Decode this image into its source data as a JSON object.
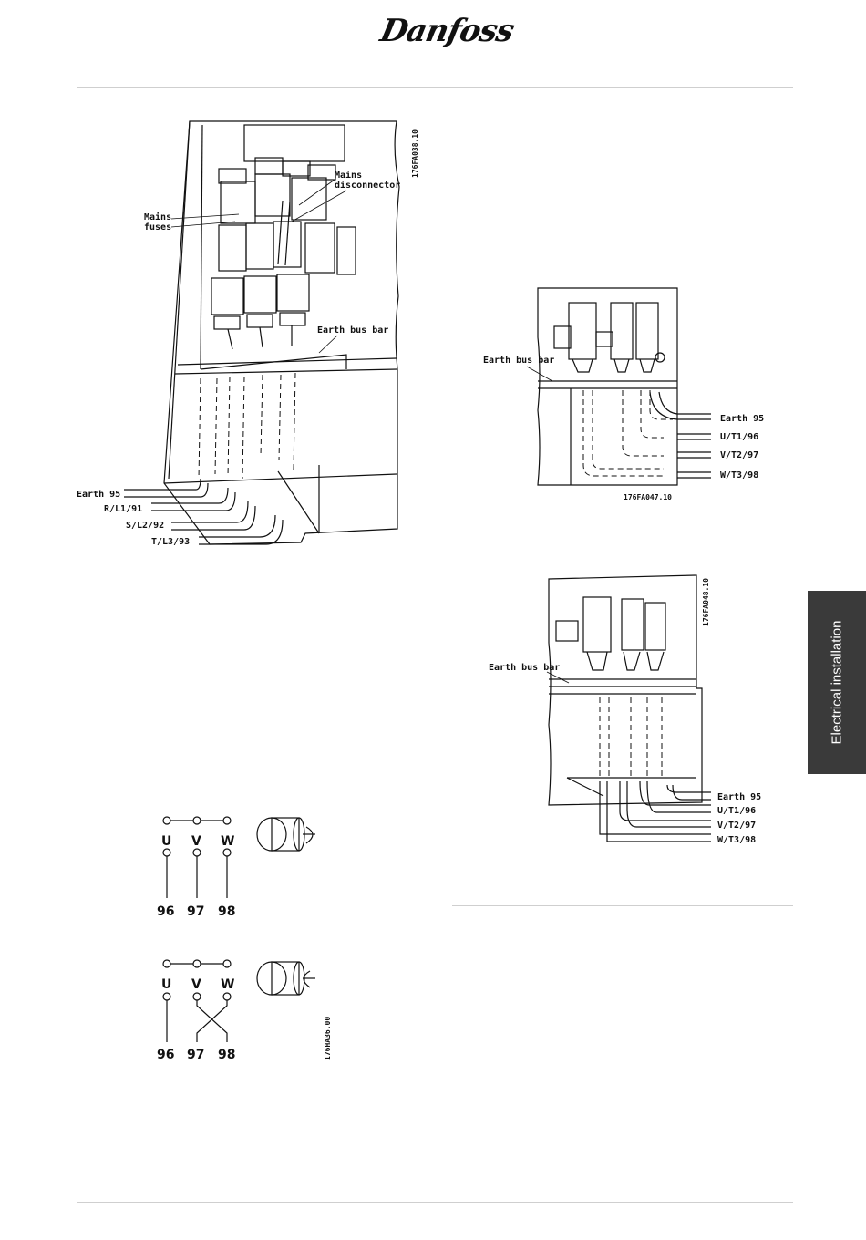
{
  "header": {
    "logo_text": "Danfoss"
  },
  "side_tab": {
    "label": "Electrical installation"
  },
  "figure_mains": {
    "code": "176FA038.10",
    "labels": {
      "mains_disconnector_1": "Mains",
      "mains_disconnector_2": "disconnector",
      "mains_fuses_1": "Mains",
      "mains_fuses_2": "fuses",
      "earth_bus_bar": "Earth bus bar"
    },
    "terminals": [
      "Earth 95",
      "R/L1/91",
      "S/L2/92",
      "T/L3/93"
    ]
  },
  "figure_motor_a": {
    "code": "176FA047.10",
    "earth_bus_bar": "Earth bus bar",
    "terminals": [
      "Earth 95",
      "U/T1/96",
      "V/T2/97",
      "W/T3/98"
    ]
  },
  "figure_motor_b": {
    "code": "176FA048.10",
    "earth_bus_bar": "Earth bus bar",
    "terminals": [
      "Earth 95",
      "U/T1/96",
      "V/T2/97",
      "W/T3/98"
    ]
  },
  "figure_rotation": {
    "code": "176HA36.00",
    "letters": [
      "U",
      "V",
      "W"
    ],
    "numbers": [
      "96",
      "97",
      "98"
    ]
  }
}
